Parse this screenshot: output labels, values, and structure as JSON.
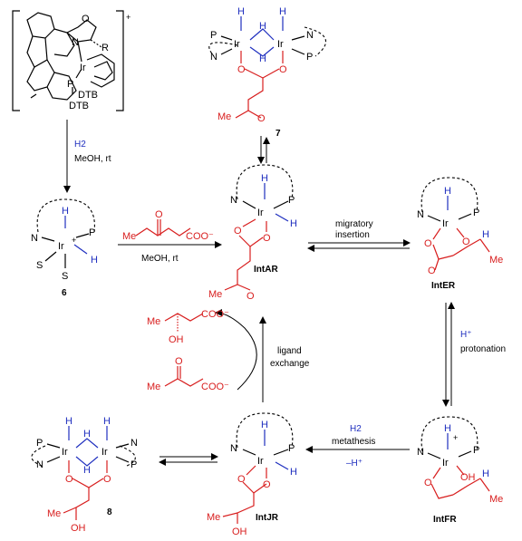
{
  "catalyst": {
    "charge": "+",
    "atoms": {
      "ir": "Ir",
      "n": "N",
      "o": "O",
      "p": "P",
      "r": "R",
      "dtb1": "DTB",
      "dtb2": "DTB"
    }
  },
  "step_catalyst_to_6": {
    "reagent": "H2",
    "solvent": "MeOH, rt"
  },
  "complex_6": {
    "label": "6",
    "atoms": {
      "ir": "Ir",
      "charge": "+",
      "n": "N",
      "p": "P",
      "h_top": "H",
      "h_right": "H",
      "s_left": "S",
      "s_bottom": "S"
    }
  },
  "substrate_step": {
    "acid": "COO⁻",
    "me": "Me",
    "o": "O",
    "solvent": "MeOH, rt"
  },
  "complex_7": {
    "label": "7",
    "atoms": {
      "ir": "Ir",
      "h": "H",
      "p": "P",
      "n": "N",
      "o": "O",
      "me": "Me"
    }
  },
  "intAR": {
    "label": "IntAR",
    "atoms": {
      "ir": "Ir",
      "h": "H",
      "p": "P",
      "n": "N",
      "o": "O",
      "me": "Me"
    }
  },
  "step_migratory": {
    "line1": "migratory",
    "line2": "insertion"
  },
  "intER": {
    "label": "IntER",
    "atoms": {
      "ir": "Ir",
      "h": "H",
      "p": "P",
      "n": "N",
      "o": "O",
      "me": "Me"
    }
  },
  "step_protonation": {
    "proton": "H⁺",
    "label": "protonation"
  },
  "step_ligand": {
    "line1": "ligand",
    "line2": "exchange"
  },
  "product": {
    "me": "Me",
    "oh": "OH",
    "acid": "COO⁻"
  },
  "intFR": {
    "label": "IntFR",
    "atoms": {
      "ir": "Ir",
      "h": "H",
      "p": "P",
      "n": "N",
      "o": "O",
      "oh": "OH",
      "me": "Me",
      "charge": "+"
    }
  },
  "step_metathesis": {
    "reagent": "H2",
    "label": "metathesis",
    "loss": "–H⁺"
  },
  "intJR": {
    "label": "IntJR",
    "atoms": {
      "ir": "Ir",
      "h": "H",
      "p": "P",
      "n": "N",
      "o": "O",
      "oh": "OH",
      "me": "Me"
    }
  },
  "complex_8": {
    "label": "8",
    "atoms": {
      "ir": "Ir",
      "h": "H",
      "p": "P",
      "n": "N",
      "o": "O",
      "oh": "OH",
      "me": "Me"
    }
  }
}
